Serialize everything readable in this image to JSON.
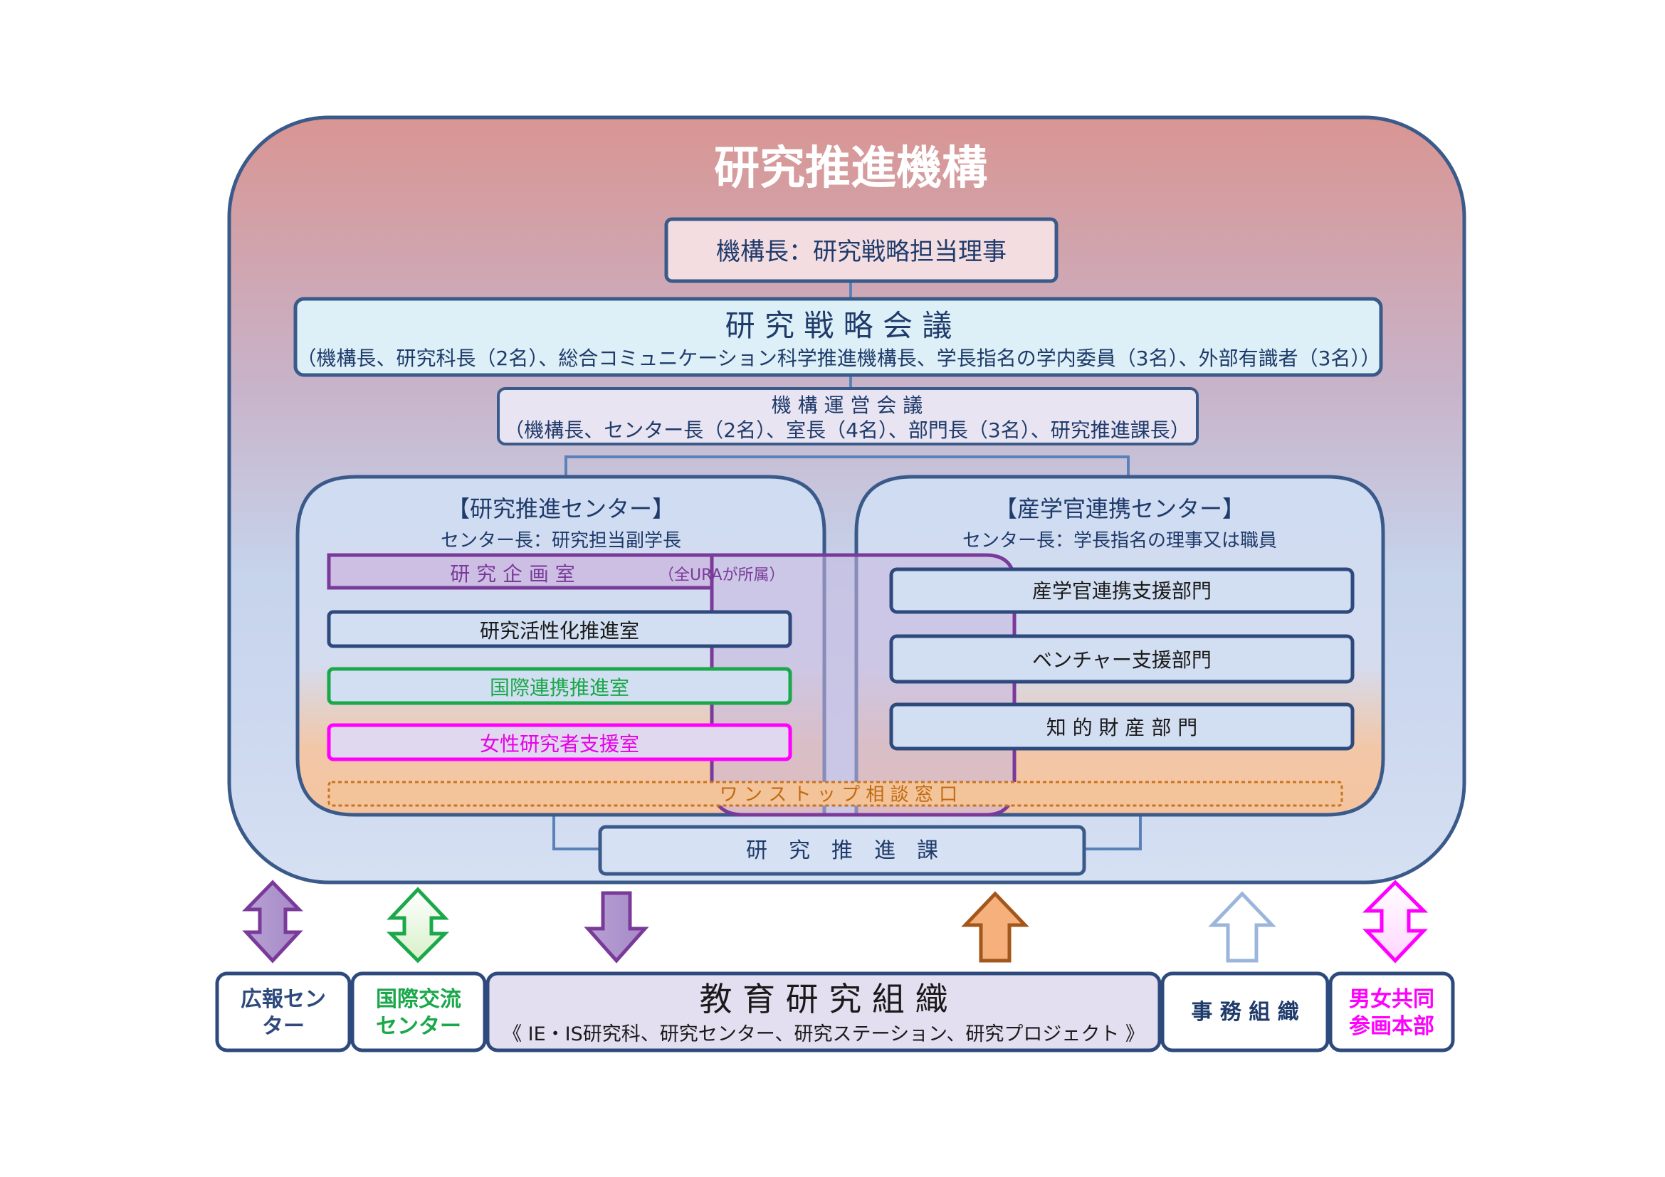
{
  "title": "研究推進機構",
  "director": "機構長：研究戦略担当理事",
  "strategy_council": {
    "title": "研 究 戦 略 会 議",
    "members": "（機構長、研究科長（2名）、総合コミュニケーション科学推進機構長、学長指名の学内委員（3名）、外部有識者（3名））"
  },
  "management_council": {
    "title": "機 構 運 営 会 議",
    "members": "（機構長、センター長（2名）、室長（4名）、部門長（3名）、研究推進課長）"
  },
  "research_center": {
    "title": "【研究推進センター】",
    "head": "センター長：研究担当副学長",
    "planning_room": "研 究 企 画 室",
    "planning_note": "（全URAが所属）",
    "rooms": [
      "研究活性化推進室",
      "国際連携推進室",
      "女性研究者支援室"
    ]
  },
  "industry_center": {
    "title": "【産学官連携センター】",
    "head": "センター長：学長指名の理事又は職員",
    "departments": [
      "産学官連携支援部門",
      "ベンチャー支援部門",
      "知 的 財 産 部 門"
    ]
  },
  "one_stop": "ワ ン ス ト ッ プ 相 談 窓 口",
  "research_division": "研　究　推　進　課",
  "bottom": {
    "pr_center": [
      "広報セン",
      "ター"
    ],
    "intl_center": [
      "国際交流",
      "センター"
    ],
    "edu_org": {
      "title": "教 育 研 究 組 織",
      "subtitle": "《 IE・IS研究科、研究センター、研究ステーション、研究プロジェクト 》"
    },
    "admin": "事 務 組 織",
    "gender": [
      "男女共同",
      "参画本部"
    ]
  },
  "colors": {
    "navy": "#2e4a7d",
    "purple": "#7a3a9a",
    "green": "#1aa84a",
    "magenta": "#ff00ff",
    "orange_arrow": "#f6b07c",
    "outline_blue": "#3f5f8f"
  }
}
